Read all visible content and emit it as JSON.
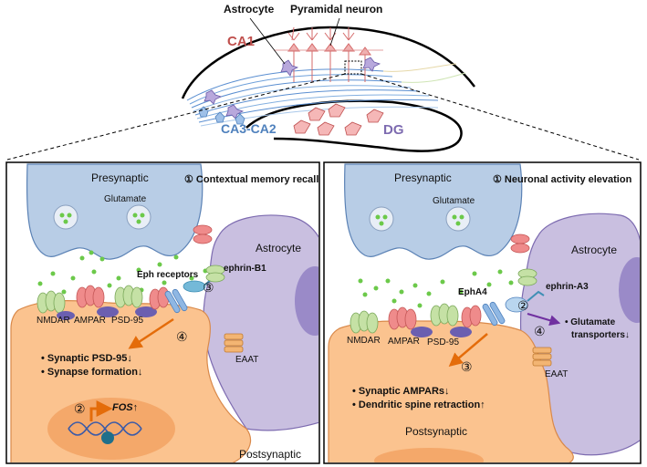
{
  "overview": {
    "astrocyte_label": "Astrocyte",
    "pyramidal_label": "Pyramidal neuron",
    "ca1_label": "CA1",
    "ca3_label": "CA3-CA2",
    "dg_label": "DG"
  },
  "left_panel": {
    "step1": "① Contextual memory recall",
    "presynaptic": "Presynaptic",
    "glutamate": "Glutamate",
    "astrocyte": "Astrocyte",
    "eph_receptors": "Eph receptors",
    "ephrin": "ephrin-B1",
    "step3": "③",
    "nmdar": "NMDAR",
    "ampar": "AMPAR",
    "psd95": "PSD-95",
    "eaat": "EAAT",
    "step4": "④",
    "effect1": "• Synaptic PSD-95↓",
    "effect2": "• Synapse formation↓",
    "step2": "②",
    "fos": "FOS↑",
    "postsynaptic": "Postsynaptic"
  },
  "right_panel": {
    "step1": "① Neuronal activity elevation",
    "presynaptic": "Presynaptic",
    "glutamate": "Glutamate",
    "astrocyte": "Astrocyte",
    "epha4": "EphA4",
    "ephrin": "ephrin-A3",
    "step2": "②",
    "step4": "④",
    "glut1": "• Glutamate",
    "glut2": "transporters↓",
    "nmdar": "NMDAR",
    "ampar": "AMPAR",
    "psd95": "PSD-95",
    "eaat": "EAAT",
    "step3": "③",
    "effect1": "• Synaptic AMPARs↓",
    "effect2": "• Dendritic spine retraction↑",
    "postsynaptic": "Postsynaptic"
  },
  "colors": {
    "presynaptic_fill": "#b8cde6",
    "astrocyte_fill": "#c9bfe0",
    "postsynaptic_fill": "#fbc38f",
    "glutamate": "#6cc94a",
    "ampar": "#ef8b8b",
    "nmdar": "#c5e1a5",
    "psd95": "#7b6fb8",
    "eph": "#8fb7e3",
    "ephrin": "#74b9d8",
    "eaat": "#f3b573",
    "ca1_label": "#c0504d",
    "ca3_label": "#4f81bd",
    "dg_label": "#7d6bb0",
    "arrow_orange": "#e46c0a",
    "arrow_purple": "#7030a0"
  }
}
